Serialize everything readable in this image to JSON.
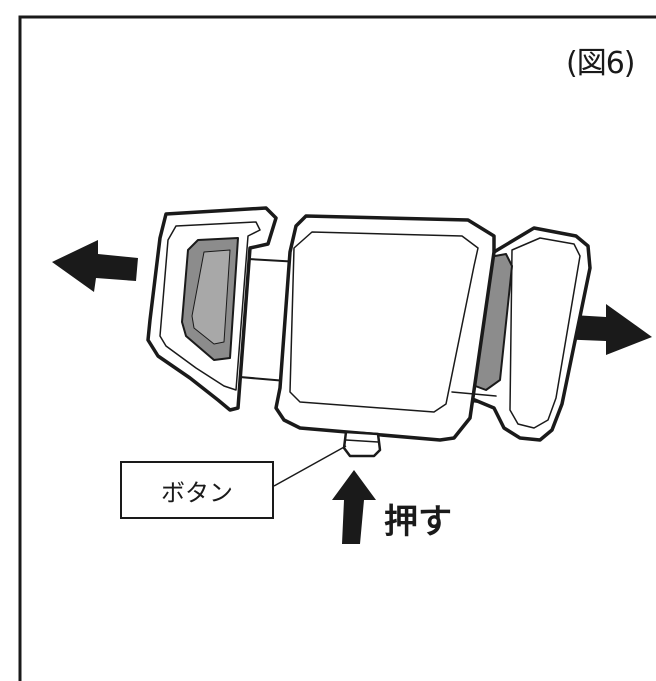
{
  "figure": {
    "label": "(図6)"
  },
  "callouts": {
    "button_label": "ボタン",
    "push_label": "押す"
  },
  "colors": {
    "line": "#1a1a1a",
    "grip_gray": "#8c8c8c",
    "background": "#ffffff"
  },
  "icons": [
    "arrow-left-icon",
    "arrow-right-icon",
    "arrow-up-icon"
  ]
}
